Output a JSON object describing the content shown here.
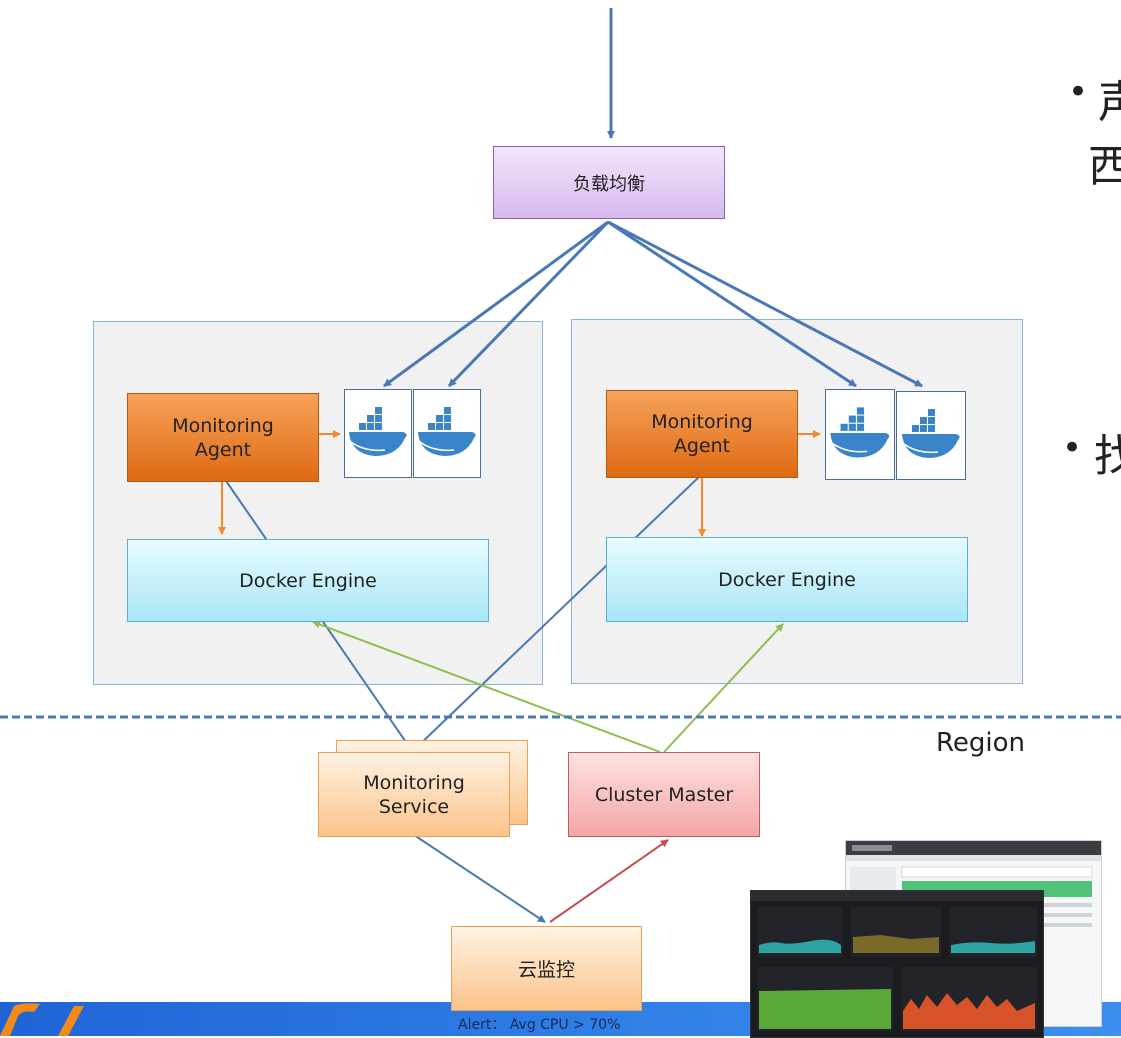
{
  "diagram": {
    "load_balancer": "负载均衡",
    "hosts": [
      {
        "agent_label": "Monitoring Agent",
        "engine_label": "Docker Engine"
      },
      {
        "agent_label": "Monitoring Agent",
        "engine_label": "Docker Engine"
      }
    ],
    "monitoring_service": "Monitoring Service",
    "cluster_master": "Cluster Master",
    "cloud_monitor": "云监控",
    "region_label": "Region",
    "alert_text": "Alert： Avg CPU > 70%",
    "slide_text_fragments": [
      "声",
      "西",
      "找"
    ],
    "colors": {
      "arrow_blue": "#4a78b4",
      "arrow_orange": "#f08a2a",
      "arrow_green": "#8cbf4e",
      "arrow_red": "#c0504d",
      "dashed_line": "#4a78b4",
      "footer_blue": "#2f7fe6"
    },
    "icons": [
      "docker-whale-icon",
      "dashboard-screenshot-icon"
    ]
  }
}
